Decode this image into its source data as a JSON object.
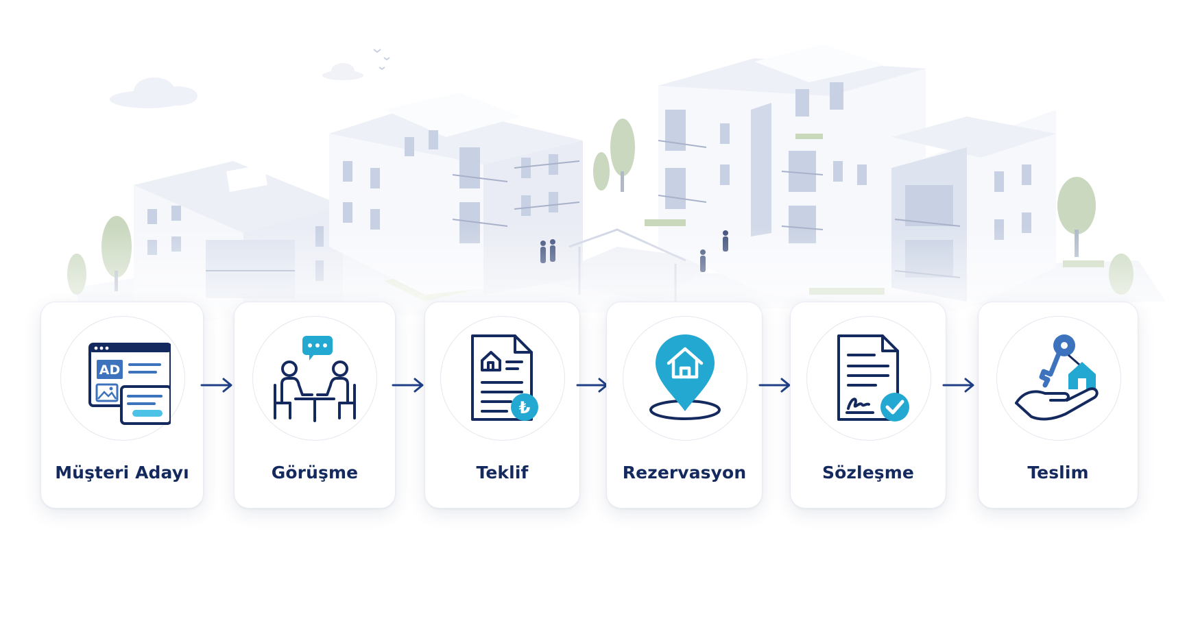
{
  "steps": [
    {
      "label": "Müşteri Adayı",
      "icon": "ad-listing-icon"
    },
    {
      "label": "Görüşme",
      "icon": "meeting-icon"
    },
    {
      "label": "Teklif",
      "icon": "offer-document-lira-icon"
    },
    {
      "label": "Rezervasyon",
      "icon": "location-pin-house-icon"
    },
    {
      "label": "Sözleşme",
      "icon": "signed-contract-icon"
    },
    {
      "label": "Teslim",
      "icon": "key-handover-icon"
    }
  ],
  "icon_text": {
    "ad_badge": "AD",
    "currency_symbol": "₺"
  },
  "colors": {
    "navy": "#14295e",
    "accent": "#23a8d2",
    "accent_light": "#4cc3e6",
    "arrow": "#1f3f86",
    "ad_badge_fill": "#3d73bd"
  }
}
